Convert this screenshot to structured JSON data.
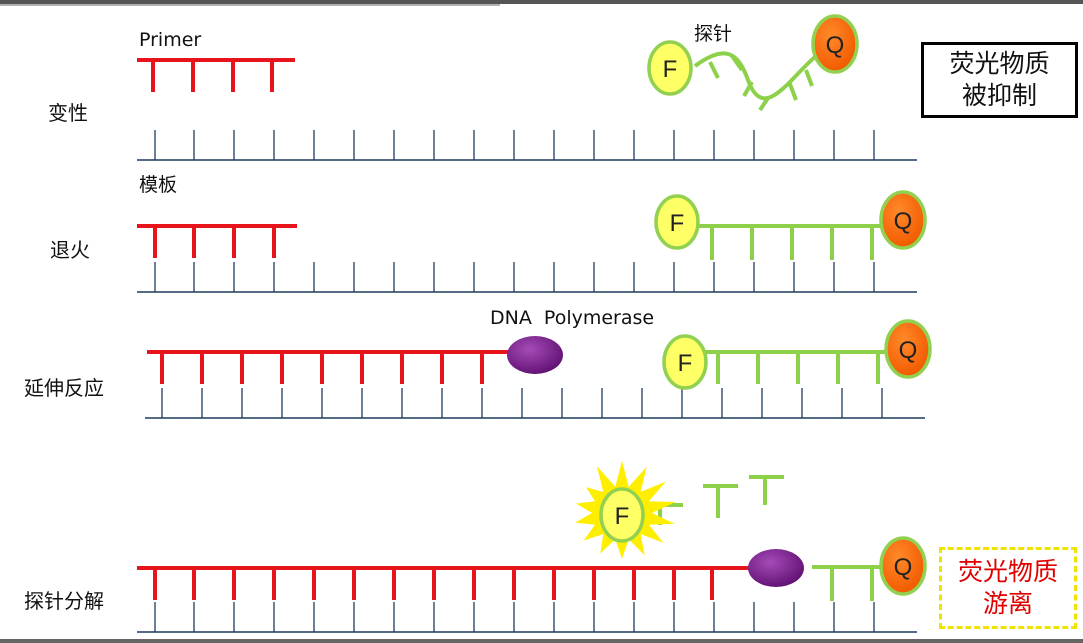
{
  "steps": [
    {
      "id": "denaturation",
      "label": "变性"
    },
    {
      "id": "annealing",
      "label": "退火"
    },
    {
      "id": "extension",
      "label": "延伸反应"
    },
    {
      "id": "probe-cleavage",
      "label": "探针分解"
    }
  ],
  "labels": {
    "primer": "Primer",
    "probe": "探针",
    "template": "模板",
    "polymerase": "DNA  Polymerase"
  },
  "markers": {
    "fluorophore": "F",
    "quencher": "Q"
  },
  "notes": {
    "quenched": [
      "荧光物质",
      "被抑制"
    ],
    "released": [
      "荧光物质",
      "游离"
    ]
  },
  "colors": {
    "primer": "#e8141c",
    "probe": "#8dd14a",
    "template": "#1f3b5c",
    "fluorophore_fill": "#ffff66",
    "fluorophore_ring": "#92d050",
    "quencher_fill": "#ff6600",
    "polymerase": "#7a1b8c",
    "burst": "#ffee00",
    "released_note": "#e00000",
    "released_border": "#f2e200"
  }
}
